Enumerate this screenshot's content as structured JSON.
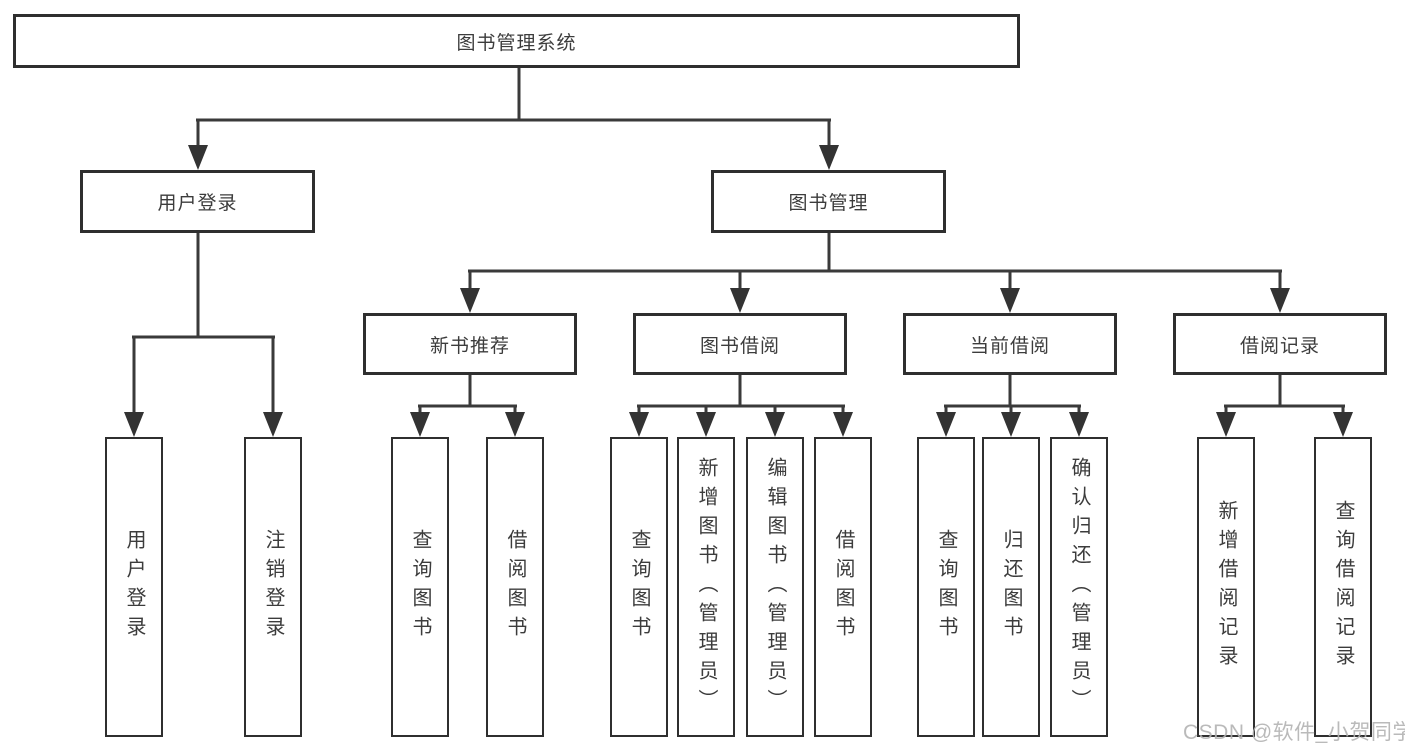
{
  "diagram": {
    "root": {
      "label": "图书管理系统"
    },
    "level2": [
      {
        "label": "用户登录"
      },
      {
        "label": "图书管理"
      }
    ],
    "level3": [
      {
        "parent": "图书管理",
        "label": "新书推荐"
      },
      {
        "parent": "图书管理",
        "label": "图书借阅"
      },
      {
        "parent": "图书管理",
        "label": "当前借阅"
      },
      {
        "parent": "图书管理",
        "label": "借阅记录"
      }
    ],
    "leaves": [
      {
        "parent": "用户登录",
        "label": "用户登录"
      },
      {
        "parent": "用户登录",
        "label": "注销登录"
      },
      {
        "parent": "新书推荐",
        "label": "查询图书"
      },
      {
        "parent": "新书推荐",
        "label": "借阅图书"
      },
      {
        "parent": "图书借阅",
        "label": "查询图书"
      },
      {
        "parent": "图书借阅",
        "label": "新增图书（管理员）"
      },
      {
        "parent": "图书借阅",
        "label": "编辑图书（管理员）"
      },
      {
        "parent": "图书借阅",
        "label": "借阅图书"
      },
      {
        "parent": "当前借阅",
        "label": "查询图书"
      },
      {
        "parent": "当前借阅",
        "label": "归还图书"
      },
      {
        "parent": "当前借阅",
        "label": "确认归还（管理员）"
      },
      {
        "parent": "借阅记录",
        "label": "新增借阅记录"
      },
      {
        "parent": "借阅记录",
        "label": "查询借阅记录"
      }
    ],
    "watermark": "CSDN @软件_小贺同学",
    "colors": {
      "line": "#3a3a3a",
      "box_border": "#2f2f2f",
      "box_fill": "#ffffff",
      "text": "#3c3c3c",
      "watermark": "#b2b2b2",
      "background": "#ffffff"
    }
  }
}
